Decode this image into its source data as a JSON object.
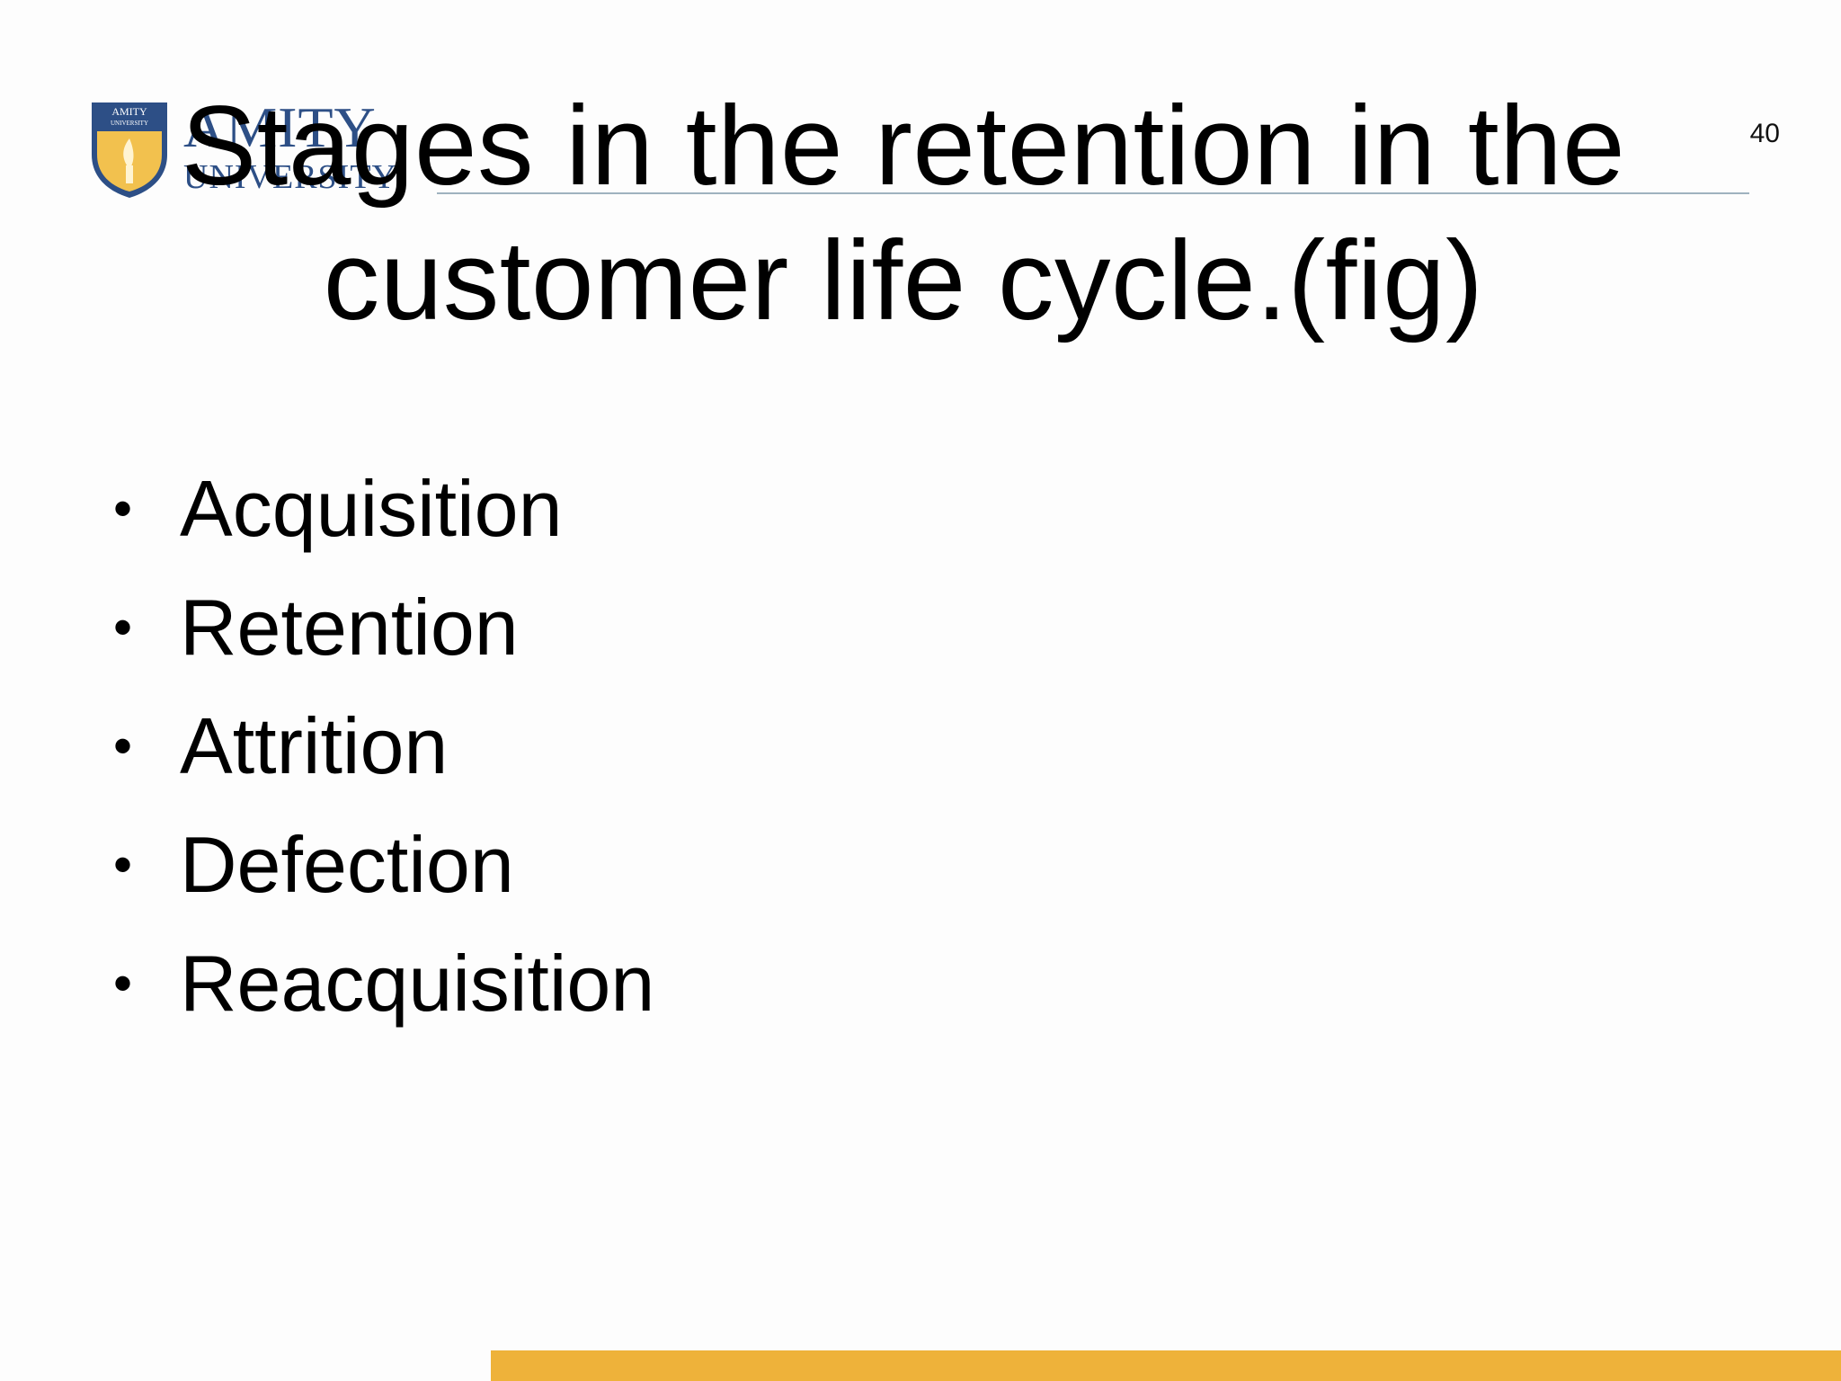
{
  "logo": {
    "name": "AMITY",
    "subname": "UNIVERSITY",
    "shield_text": "AMITY UNIVERSITY",
    "colors": {
      "blue": "#2d4f86",
      "gold": "#f2c14e"
    }
  },
  "slide": {
    "page_number": "40",
    "title": "Stages in the retention in the customer life cycle.(fig)",
    "bullet_glyph": "•",
    "bullets": [
      "Acquisition",
      "Retention",
      "Attrition",
      "Defection",
      "Reacquisition"
    ]
  },
  "theme": {
    "accent_bar": "#eeb23a",
    "rule": "#9fb2bf"
  }
}
